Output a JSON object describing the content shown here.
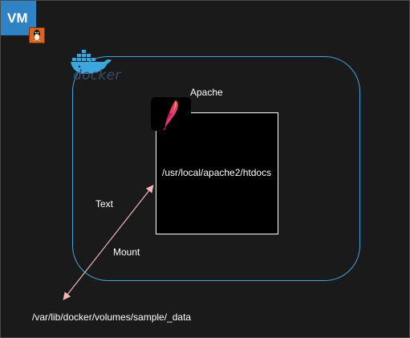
{
  "vm_badge": {
    "label": "VM",
    "color": "#2d83c4"
  },
  "docker": {
    "wordmark": "docker",
    "border_color": "#3aa7de"
  },
  "apache": {
    "label": "Apache"
  },
  "container_path": {
    "label": "/usr/local/apache2/htdocs"
  },
  "connector": {
    "text_label": "Text",
    "mount_label": "Mount",
    "color": "#f4b6b6"
  },
  "host_volume": {
    "label": "/var/lib/docker/volumes/sample/_data"
  },
  "icons": [
    "linux-tux-icon",
    "docker-whale-icon",
    "apache-feather-icon"
  ]
}
